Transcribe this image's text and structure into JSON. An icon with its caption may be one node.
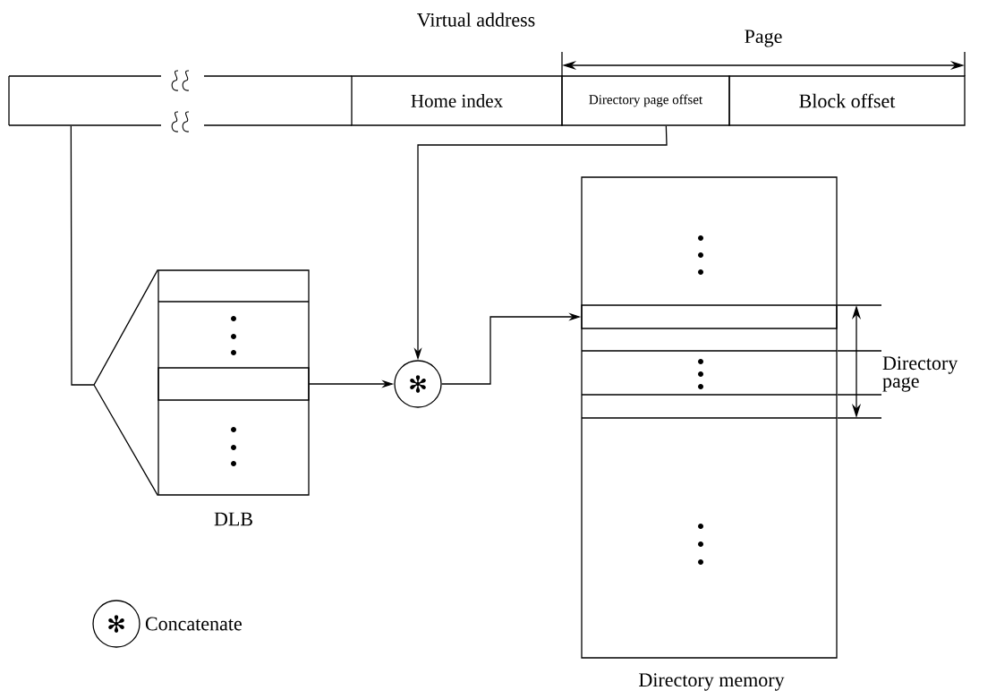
{
  "diagram": {
    "nodes": [
      {
        "text": [],
        "shape": "box"
      },
      {
        "text": [
          "Home index"
        ]
      },
      {
        "text": [
          "Directory page offset"
        ]
      },
      {
        "text": [
          "Block offset"
        ]
      },
      {
        "text": [],
        "shape": "box",
        "beside": [
          "DLB"
        ]
      },
      {
        "text": [],
        "shape": "box",
        "in": 4
      },
      {
        "text": [
          "✻"
        ]
      },
      {
        "text": [],
        "shape": "box",
        "beside": [
          "Directory memory"
        ]
      },
      {
        "text": [],
        "shape": "box",
        "in": 7
      }
    ],
    "edges": [
      {
        "from": 0,
        "to": 4,
        "arrow": "none"
      },
      {
        "from": 2,
        "to": 6,
        "arrow": "to"
      },
      {
        "from": 5,
        "to": 6,
        "arrow": "to"
      },
      {
        "from": 6,
        "to": 8,
        "arrow": "to"
      }
    ],
    "labels": [
      "Virtual address",
      "Page",
      "Directory page"
    ],
    "legend": [
      {
        "text": "Concatenate"
      }
    ]
  }
}
